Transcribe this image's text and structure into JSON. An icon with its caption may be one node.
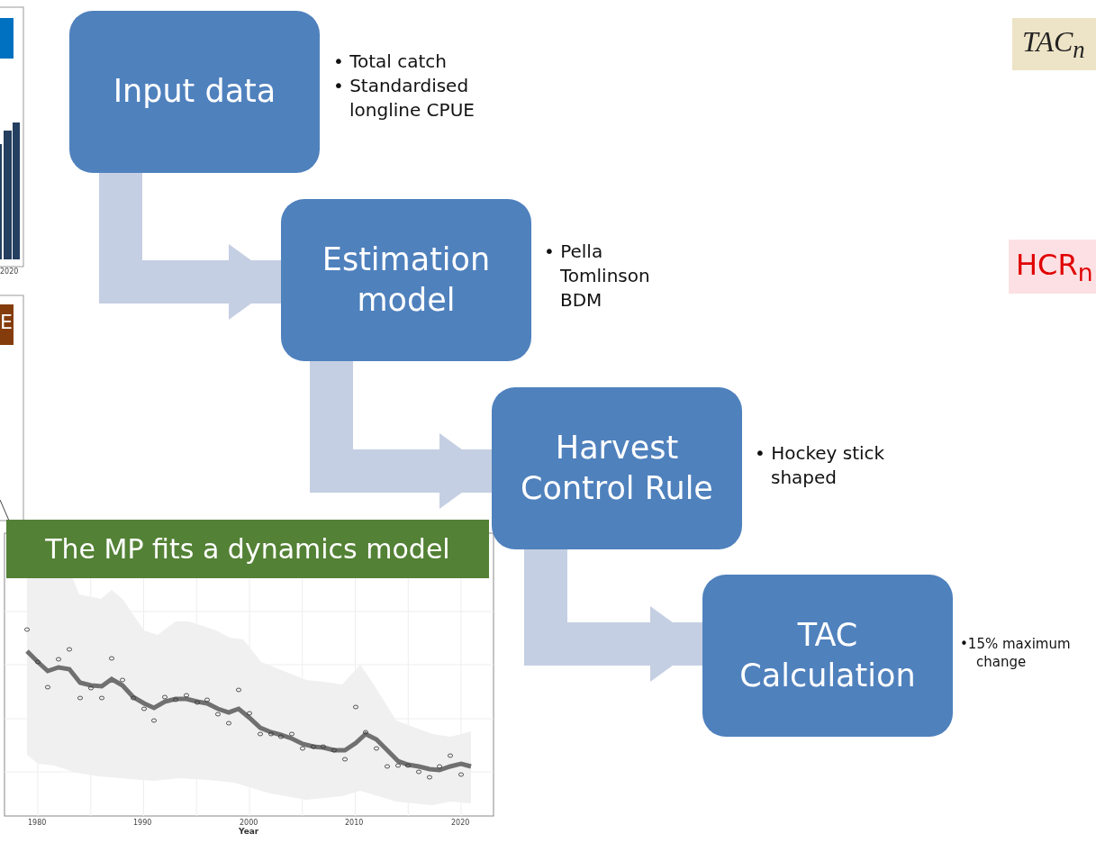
{
  "diagram": {
    "nodes": [
      {
        "text": [
          "Input data"
        ],
        "beside": [
          "• Total catch",
          "• Standardised longline CPUE"
        ]
      },
      {
        "text": [
          "Estimation model"
        ],
        "beside": [
          "• Pella Tomlinson BDM"
        ]
      },
      {
        "text": [
          "Harvest Control Rule"
        ],
        "beside": [
          "• Hockey stick shaped"
        ]
      },
      {
        "text": [
          "TAC Calculation"
        ],
        "beside": [
          "•15% maximum change"
        ]
      },
      {
        "text": [
          "The MP fits a dynamics model"
        ]
      }
    ],
    "edges": [
      {
        "from": 0,
        "to": 1,
        "arrow": "to"
      },
      {
        "from": 1,
        "to": 2,
        "arrow": "to"
      },
      {
        "from": 2,
        "to": 3,
        "arrow": "to"
      }
    ],
    "labels": [
      "TAC$_{n}$",
      "HCR$_{n}$",
      "2020",
      "E",
      "1980",
      "1990",
      "2000",
      "2010",
      "2020",
      "Year"
    ]
  }
}
